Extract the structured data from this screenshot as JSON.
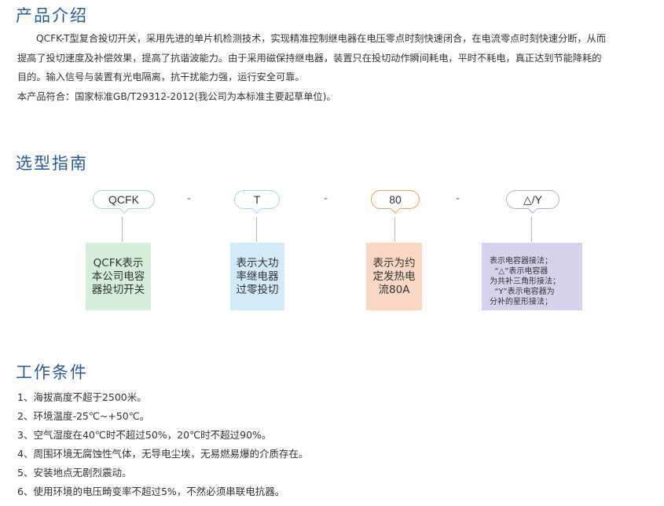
{
  "intro": {
    "title": "产品介绍",
    "lines": [
      "QCFK-T型复合投切开关，采用先进的单片机检测技术，实现精准控制继电器在电压零点时刻快速闭合，在电流零点时刻快速分断，从而",
      "提高了投切速度及补偿效果，提高了抗谐波能力。由于采用磁保持继电器，装置只在投切动作瞬间耗电，平时不耗电，真正达到节能降耗的",
      "目的。输入信号与装置有光电隔离，抗干扰能力强，运行安全可靠。",
      "本产品符合：国家标准GB/T29312-2012(我公司为本标准主要起草单位)。"
    ]
  },
  "guide": {
    "title": "选型指南",
    "separator": "-",
    "codes": [
      {
        "code": "QCFK",
        "color": "#a8d8b0",
        "fill": "#d5ecd8",
        "desc": [
          "QCFK表示",
          "本公司电容",
          "器投切开关"
        ]
      },
      {
        "code": "T",
        "color": "#a6d4ee",
        "fill": "#d3eaf8",
        "desc": [
          "表示大功",
          "率继电器",
          "过零投切"
        ]
      },
      {
        "code": "80",
        "color": "#f0a050",
        "fill": "#f8d8c4",
        "desc": [
          "表示为约",
          "定发热电",
          "流80A"
        ]
      },
      {
        "code": "△/Y",
        "color": "#b8b0dc",
        "fill": "#d7d2ec",
        "desc": [
          "表示电容器接法；",
          "  “△”表示电容器",
          "为共补三角形接法；",
          "  “Y”表示电容器为",
          "分补的星形接法；"
        ]
      }
    ]
  },
  "conditions": {
    "title": "工作条件",
    "items": [
      "1、海拔高度不超于2500米。",
      "2、环境温度-25℃~+50℃。",
      "3、空气湿度在40℃时不超过50%，20℃时不超过90%。",
      "4、周围环境无腐蚀性气体，无导电尘埃，无易燃易爆的介质存在。",
      "5、安装地点无剧烈震动。",
      "6、使用环境的电压畸变率不超过5%，不然必须串联电抗器。"
    ]
  }
}
